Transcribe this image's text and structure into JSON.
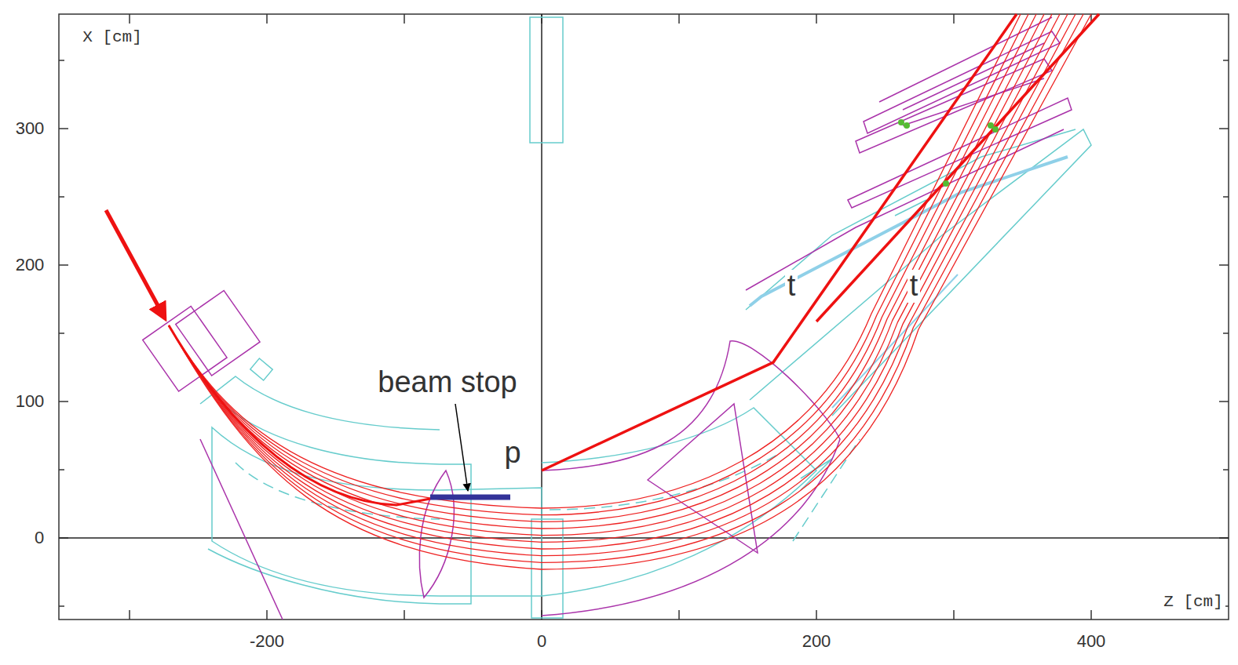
{
  "diagram": {
    "labels": [
      "X [cm]",
      "Z [cm]",
      "300",
      "200",
      "100",
      "0",
      "-200",
      "0",
      "200",
      "400",
      "beam stop",
      "p",
      "t",
      "t"
    ]
  }
}
